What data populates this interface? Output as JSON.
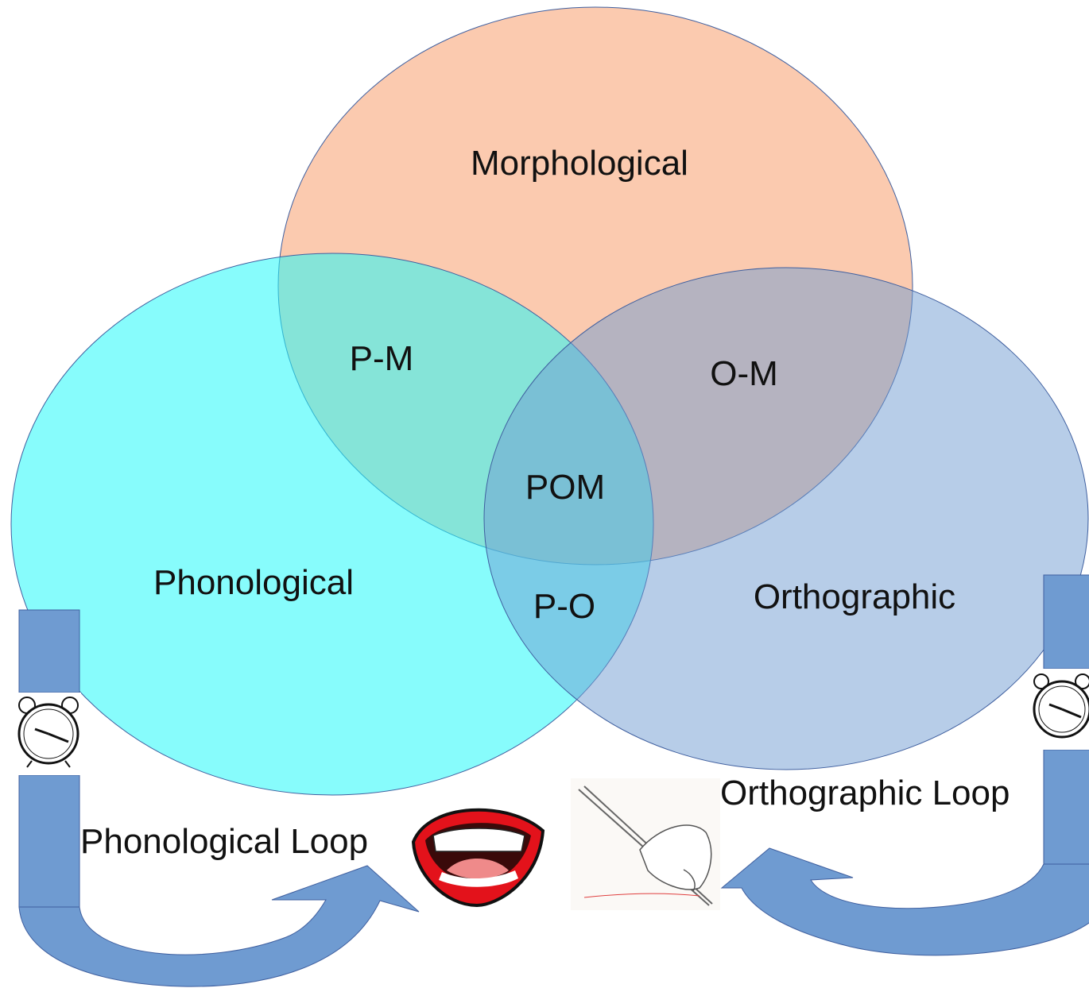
{
  "diagram": {
    "sets": [
      {
        "id": "morphological",
        "label": "Morphological",
        "fill": "#f8a67a"
      },
      {
        "id": "phonological",
        "label": "Phonological",
        "fill": "#4ffbfb"
      },
      {
        "id": "orthographic",
        "label": "Orthographic",
        "fill": "#8faed8"
      }
    ],
    "overlaps": {
      "pm": "P-M",
      "om": "O-M",
      "po": "P-O",
      "pom": "POM"
    },
    "loops": {
      "phonological": "Phonological Loop",
      "orthographic": "Orthographic Loop"
    },
    "icons": [
      "alarm-clock-icon",
      "mouth-icon",
      "writing-hand-icon"
    ],
    "colors": {
      "loop_bar": "#6f9bd1",
      "outline": "#3f5f9f"
    }
  }
}
